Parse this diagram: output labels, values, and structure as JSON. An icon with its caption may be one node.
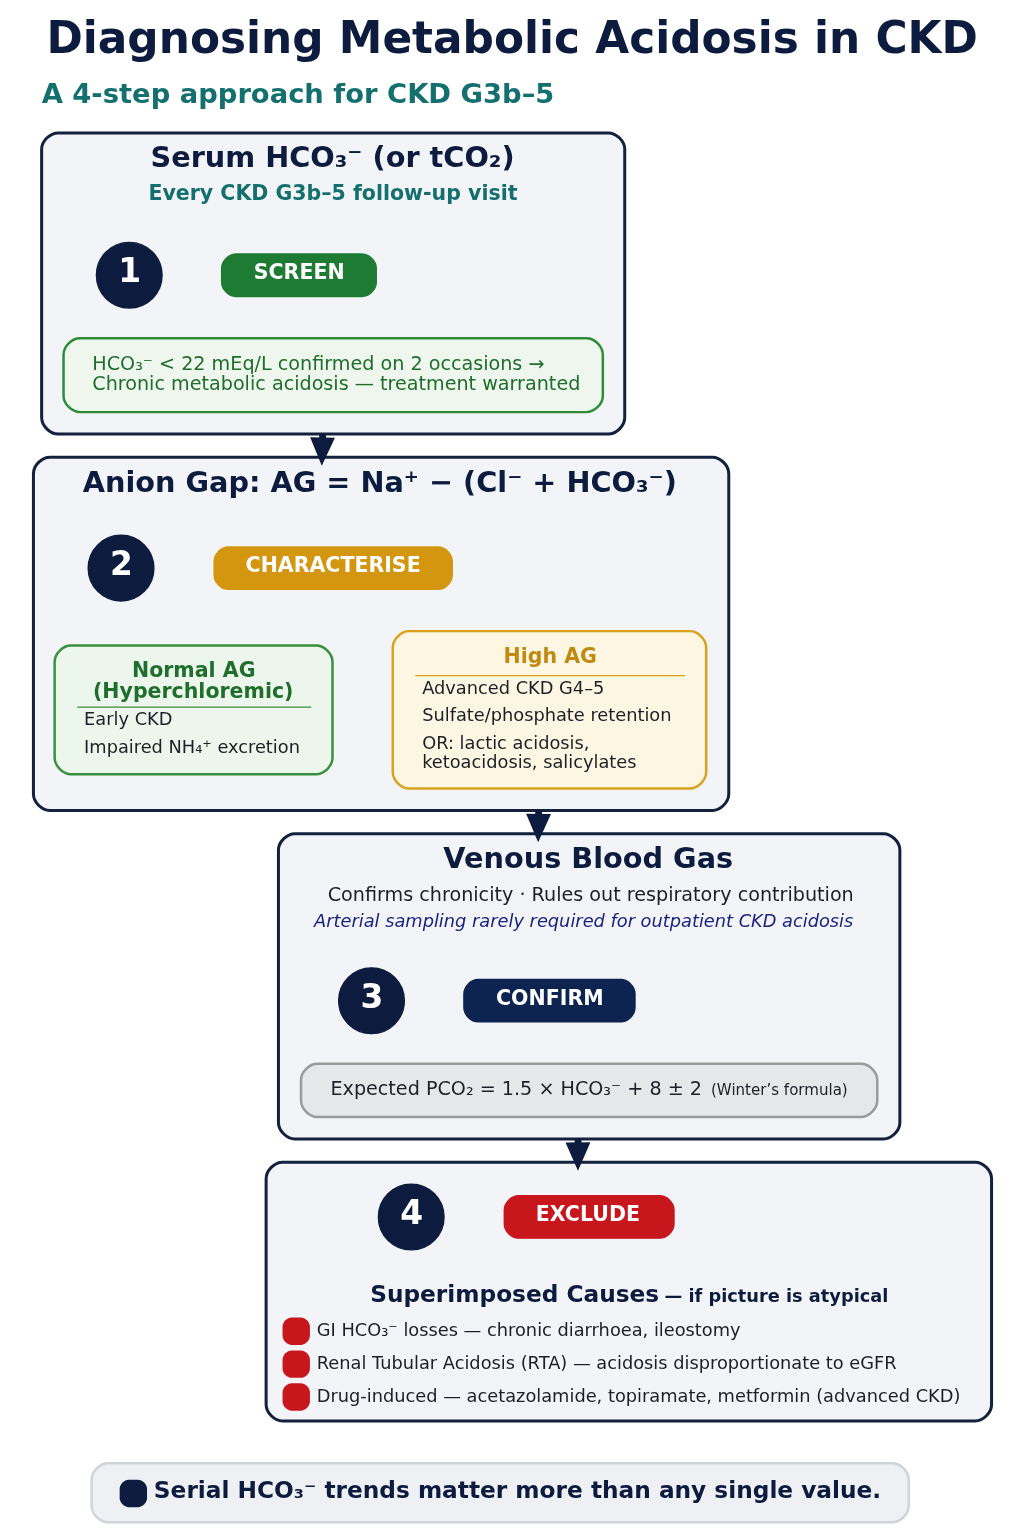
{
  "diagram": {
    "title": "Diagnosing Metabolic Acidosis in CKD",
    "nodes": [
      {
        "text": [
          "Serum HCO₃⁻ (or tCO₂)",
          "Every CKD G3b–5 follow-up visit"
        ]
      },
      {
        "text": [
          "1"
        ],
        "in": 0
      },
      {
        "text": [
          "SCREEN"
        ],
        "in": 0
      },
      {
        "text": [
          "HCO₃⁻ < 22 mEq/L confirmed on 2 occasions → Chronic metabolic acidosis — treatment warranted"
        ],
        "in": 0
      },
      {
        "text": [
          "Anion Gap: AG = Na⁺ − (Cl⁻ + HCO₃⁻)"
        ]
      },
      {
        "text": [
          "2"
        ],
        "in": 4
      },
      {
        "text": [
          "CHARACTERISE"
        ],
        "in": 4
      },
      {
        "text": [
          "Normal AG (Hyperchloremic)",
          "Early CKD",
          "Impaired NH₄⁺ excretion"
        ],
        "in": 4
      },
      {
        "text": [
          "High AG",
          "Advanced CKD G4–5",
          "Sulfate/phosphate retention",
          "OR: lactic acidosis, ketoacidosis, salicylates"
        ],
        "in": 4
      },
      {
        "text": [
          "Venous Blood Gas",
          "Confirms chronicity · Rules out respiratory contribution",
          "Arterial sampling rarely required for outpatient CKD acidosis"
        ]
      },
      {
        "text": [
          "3"
        ],
        "in": 9
      },
      {
        "text": [
          "CONFIRM"
        ],
        "in": 9
      },
      {
        "text": [
          "Expected PCO₂ = 1.5 × HCO₃⁻ + 8 ± 2",
          "(Winter’s formula)"
        ],
        "in": 9
      },
      {
        "text": [
          "Superimposed Causes",
          "— if picture is atypical",
          "GI HCO₃⁻ losses — chronic diarrhoea, ileostomy",
          "Renal Tubular Acidosis (RTA) — acidosis disproportionate to eGFR",
          "Drug-induced — acetazolamide, topiramate, metformin (advanced CKD)"
        ]
      },
      {
        "text": [
          "4"
        ],
        "in": 13
      },
      {
        "text": [
          "EXCLUDE"
        ],
        "in": 13
      },
      {
        "text": [
          "Serial HCO₃⁻ trends matter more than any single value."
        ]
      }
    ],
    "edges": [
      {
        "from": 0,
        "to": 4,
        "arrow": "to"
      },
      {
        "from": 4,
        "to": 9,
        "arrow": "to"
      },
      {
        "from": 9,
        "to": 13,
        "arrow": "to"
      }
    ],
    "labels": [
      "A 4-step approach for CKD G3b–5"
    ]
  }
}
